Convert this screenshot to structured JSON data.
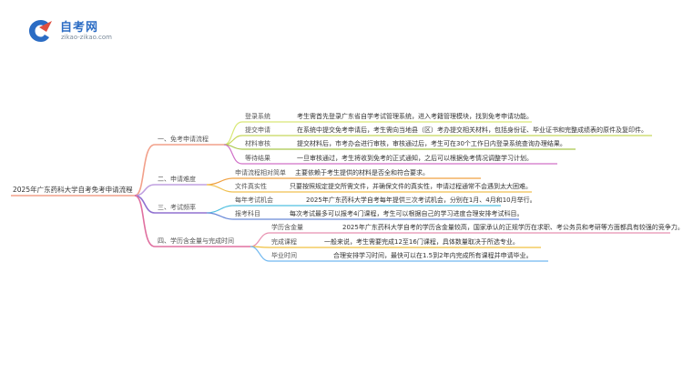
{
  "logo": {
    "title": "自考网",
    "subtitle": "zikao-zikao.com"
  },
  "mindmap": {
    "root": "2025年广东药科大学自考免考申请流程",
    "branches": [
      {
        "label": "一、免考申请流程",
        "color": "#f2a08a",
        "items": [
          {
            "label": "登录系统",
            "text": "考生需首先登录广东省自学考试管理系统，进入考籍管理模块，找到免考申请功能。",
            "color": "#d9e877"
          },
          {
            "label": "提交申请",
            "text": "在系统中提交免考申请后，考生需向当地县（区）考办提交相关材料，包括身份证、毕业证书和完整成绩表的原件及复印件。",
            "color": "#c8d85c"
          },
          {
            "label": "材料审核",
            "text": "提交材料后，市考办会进行审核，审核通过后，考生可在30个工作日内登录系统查询办理结果。",
            "color": "#a9c84c"
          },
          {
            "label": "等待结果",
            "text": "一旦审核通过，考生将收到免考的正式通知，之后可以根据免考情况调整学习计划。",
            "color": "#d070c8"
          }
        ]
      },
      {
        "label": "二、申请难度",
        "color": "#c0a0e0",
        "items": [
          {
            "label": "申请流程相对简单",
            "text": "主要依赖于考生提供的材料是否全和符合要求。",
            "color": "#f0a040"
          },
          {
            "label": "文件真实性",
            "text": "只要按照规定提交所需文件，并确保文件的真实性，申请过程通常不会遇到太大困难。",
            "color": "#f0c050"
          }
        ]
      },
      {
        "label": "三、考试频率",
        "color": "#9070d0",
        "items": [
          {
            "label": "每年考试机会",
            "text": "2025年广东药科大学自考每年提供三次考试机会，分别在1月、4月和10月举行。",
            "color": "#50c0e0"
          },
          {
            "label": "报考科目",
            "text": "每次考试最多可以报考4门课程，考生可以根据自己的学习进度合理安排考试科目。",
            "color": "#6a8ad8"
          }
        ]
      },
      {
        "label": "四、学历含金量与完成时间",
        "color": "#e070a0",
        "items": [
          {
            "label": "学历含金量",
            "text": "2025年广东药科大学自考的学历含金量较高，国家承认的正规学历在求职、考公务员和考研等方面都具有较强的竞争力。",
            "color": "#e890b0"
          },
          {
            "label": "完成课程",
            "text": "一般来说，考生需要完成12至16门课程，具体数量取决于所选专业。",
            "color": "#f0c040"
          },
          {
            "label": "毕业时间",
            "text": "合理安排学习时间，最快可以在1.5到2年内完成所有课程并申请毕业。",
            "color": "#70b8f0"
          }
        ]
      }
    ]
  }
}
